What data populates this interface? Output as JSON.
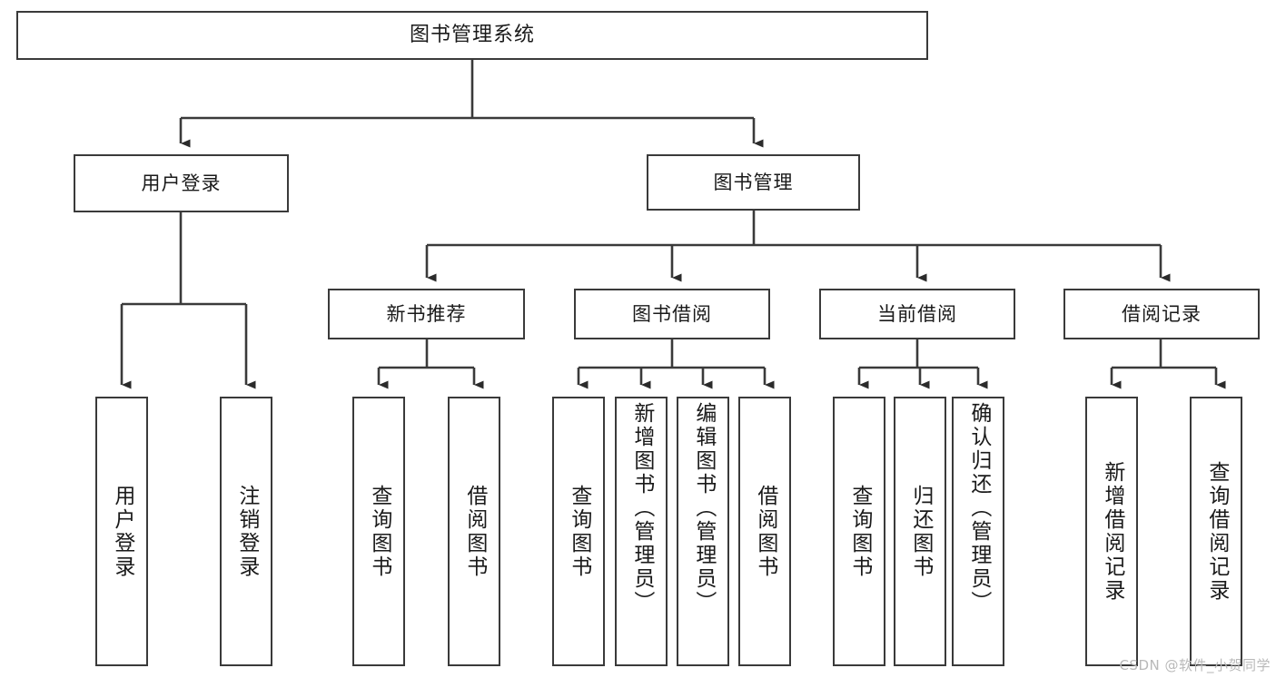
{
  "diagram": {
    "title": "图书管理系统",
    "type": "hierarchy-tree",
    "background_color": "#ffffff",
    "line_color": "#3a3a3a",
    "text_color": "#1a1a1a"
  },
  "root": {
    "label": "图书管理系统"
  },
  "level2": [
    {
      "label": "用户登录"
    },
    {
      "label": "图书管理"
    }
  ],
  "level3": [
    {
      "label": "新书推荐"
    },
    {
      "label": "图书借阅"
    },
    {
      "label": "当前借阅"
    },
    {
      "label": "借阅记录"
    }
  ],
  "leaves": {
    "user_login": [
      {
        "label": "用户登录"
      },
      {
        "label": "注销登录"
      }
    ],
    "new_book_recommend": [
      {
        "label": "查询图书"
      },
      {
        "label": "借阅图书"
      }
    ],
    "book_borrow": [
      {
        "label": "查询图书"
      },
      {
        "label": "新增图书（管理员）"
      },
      {
        "label": "编辑图书（管理员）"
      },
      {
        "label": "借阅图书"
      }
    ],
    "current_borrow": [
      {
        "label": "查询图书"
      },
      {
        "label": "归还图书"
      },
      {
        "label": "确认归还（管理员）"
      }
    ],
    "borrow_record": [
      {
        "label": "新增借阅记录"
      },
      {
        "label": "查询借阅记录"
      }
    ]
  },
  "watermark": {
    "text": "CSDN @软件_小贺同学"
  }
}
